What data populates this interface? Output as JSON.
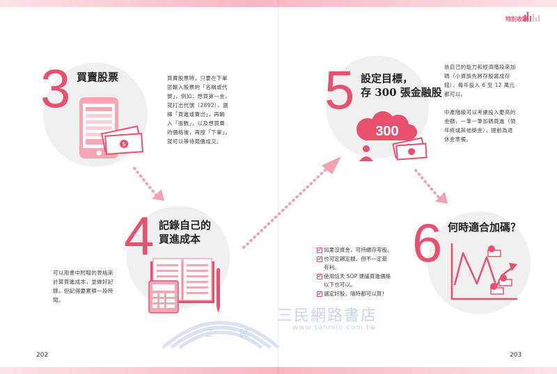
{
  "header": {
    "section_tag": "特別收錄"
  },
  "colors": {
    "accent": "#e8506e",
    "circle": "#f0f0f0",
    "watermark": "#c9d4ea"
  },
  "steps": [
    {
      "number": "3",
      "title_lines": [
        "買賣股票"
      ],
      "description_lines": [
        "買賣股票時，只要在下單",
        "區輸入股票的「名稱或代",
        "號」，例如：想買第一金，",
        "就打出代號（2892），選",
        "擇「買進或賣出」，再輸",
        "入「張數」，以及想買賣",
        "的價格後，再按「下單」，",
        "就可以等待競價成交。"
      ],
      "icon": "phone-money-icon"
    },
    {
      "number": "4",
      "title_lines": [
        "記錄自己的",
        "買進成本"
      ],
      "description_lines": [
        "可以用書中附贈的表格來",
        "計算買進成本，並做好記",
        "錄。但記得要累積一段時",
        "間。"
      ],
      "icon": "notebook-calculator-icon"
    },
    {
      "number": "5",
      "title_lines": [
        "設定目標，",
        "存 300 張金融股"
      ],
      "cloud_number": "300",
      "description_lines": [
        "依自己的能力和經濟階段來加",
        "碼（小資族先將存股當成存",
        "錢），每年投入 6 至 12 萬元",
        "都可以。",
        "",
        "中產階級可以考慮投入更高的",
        "金額，一筆一筆加碼買進（領",
        "年終或其他獎金），提前為退",
        "休金準備。"
      ],
      "icon": "cloud-person-money-icon"
    },
    {
      "number": "6",
      "title_lines": [
        "何時適合加碼？"
      ],
      "checklist": [
        "如果沒資金，可持續存零股。",
        "也可定期定額，但不一定最",
        "有利。",
        "使用恬天 SOP 建議買進價格",
        "以下也可以。",
        "選定好股，隨時都可以買！"
      ],
      "icon": "line-chart-money-icon"
    }
  ],
  "watermark": {
    "name": "三民網路書店",
    "url": "www.sanmin.com.tw",
    "logo_chars": [
      "三",
      "民"
    ]
  },
  "pages": {
    "left": "202",
    "right": "203"
  }
}
